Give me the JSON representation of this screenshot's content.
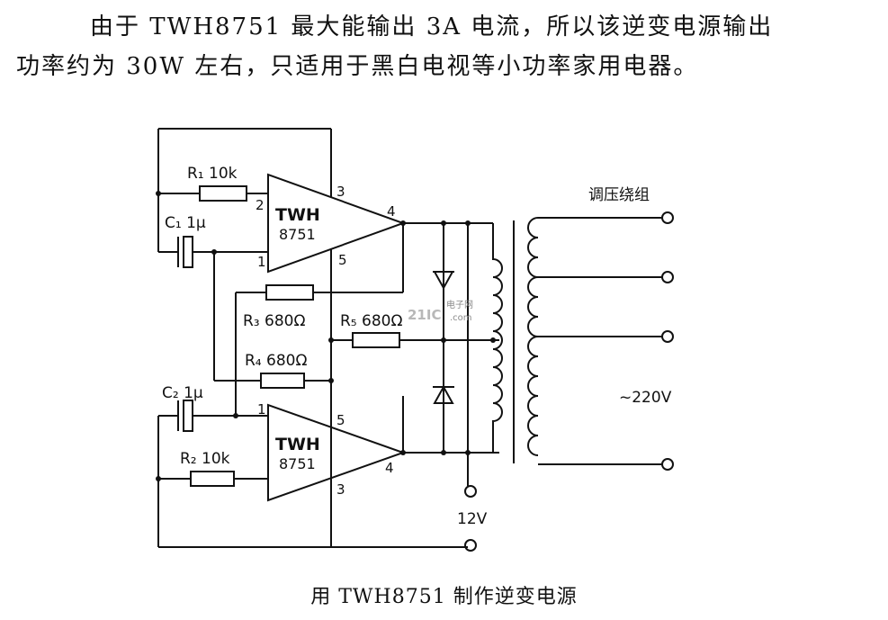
{
  "paragraph": {
    "line1": "由于 TWH8751 最大能输出 3A 电流，所以该逆变电源输出",
    "line2": "功率约为 30W 左右，只适用于黑白电视等小功率家用电器。"
  },
  "caption": "用 TWH8751 制作逆变电源",
  "labels": {
    "r1": "R₁ 10k",
    "r2": "R₂ 10k",
    "r3": "R₃ 680Ω",
    "r4": "R₄ 680Ω",
    "r5": "R₅ 680Ω",
    "c1": "C₁ 1μ",
    "c2": "C₂ 1μ",
    "chip_name": "TWH",
    "chip_number": "8751",
    "winding": "调压绕组",
    "ac_out": "~220V",
    "dc_in": "12V",
    "pin1": "1",
    "pin2": "2",
    "pin3": "3",
    "pin4": "4",
    "pin5": "5",
    "watermark_top": "电子网",
    "watermark_logo": "21IC",
    "watermark_com": ".com"
  },
  "colors": {
    "ink": "#111111",
    "watermark": "#b8b8b8"
  }
}
